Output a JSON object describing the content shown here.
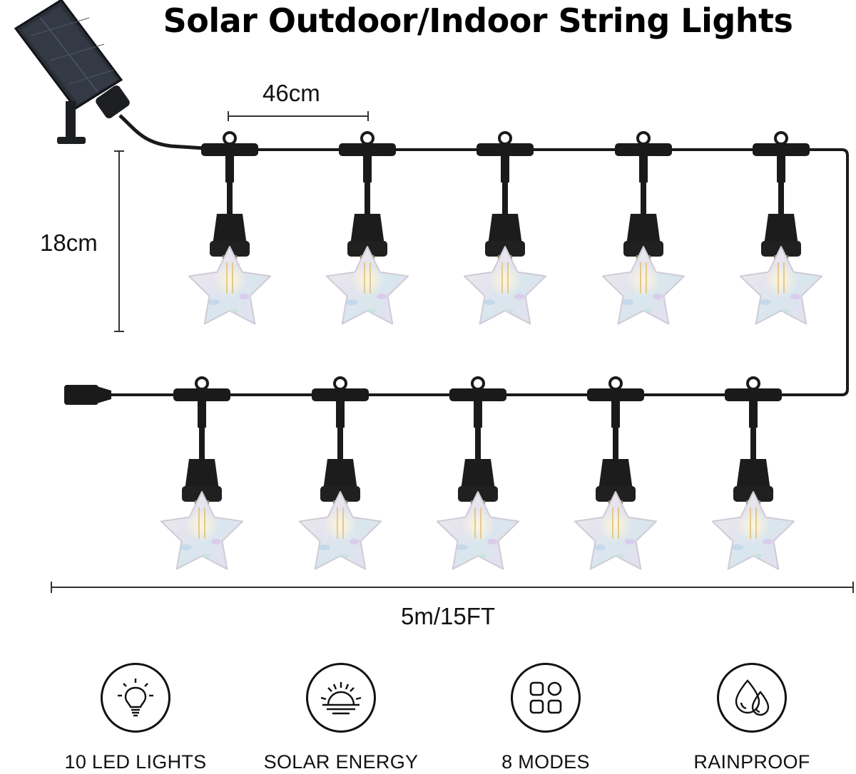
{
  "title": "Solar Outdoor/Indoor String Lights",
  "dimensions": {
    "spacing": "46cm",
    "drop": "18cm",
    "length": "5m/15FT"
  },
  "features": [
    {
      "icon": "bulb-icon",
      "label": "10 LED LIGHTS"
    },
    {
      "icon": "sun-icon",
      "label": "SOLAR ENERGY"
    },
    {
      "icon": "modes-grid-icon",
      "label": "8 MODES"
    },
    {
      "icon": "water-drops-icon",
      "label": "RAINPROOF"
    }
  ]
}
